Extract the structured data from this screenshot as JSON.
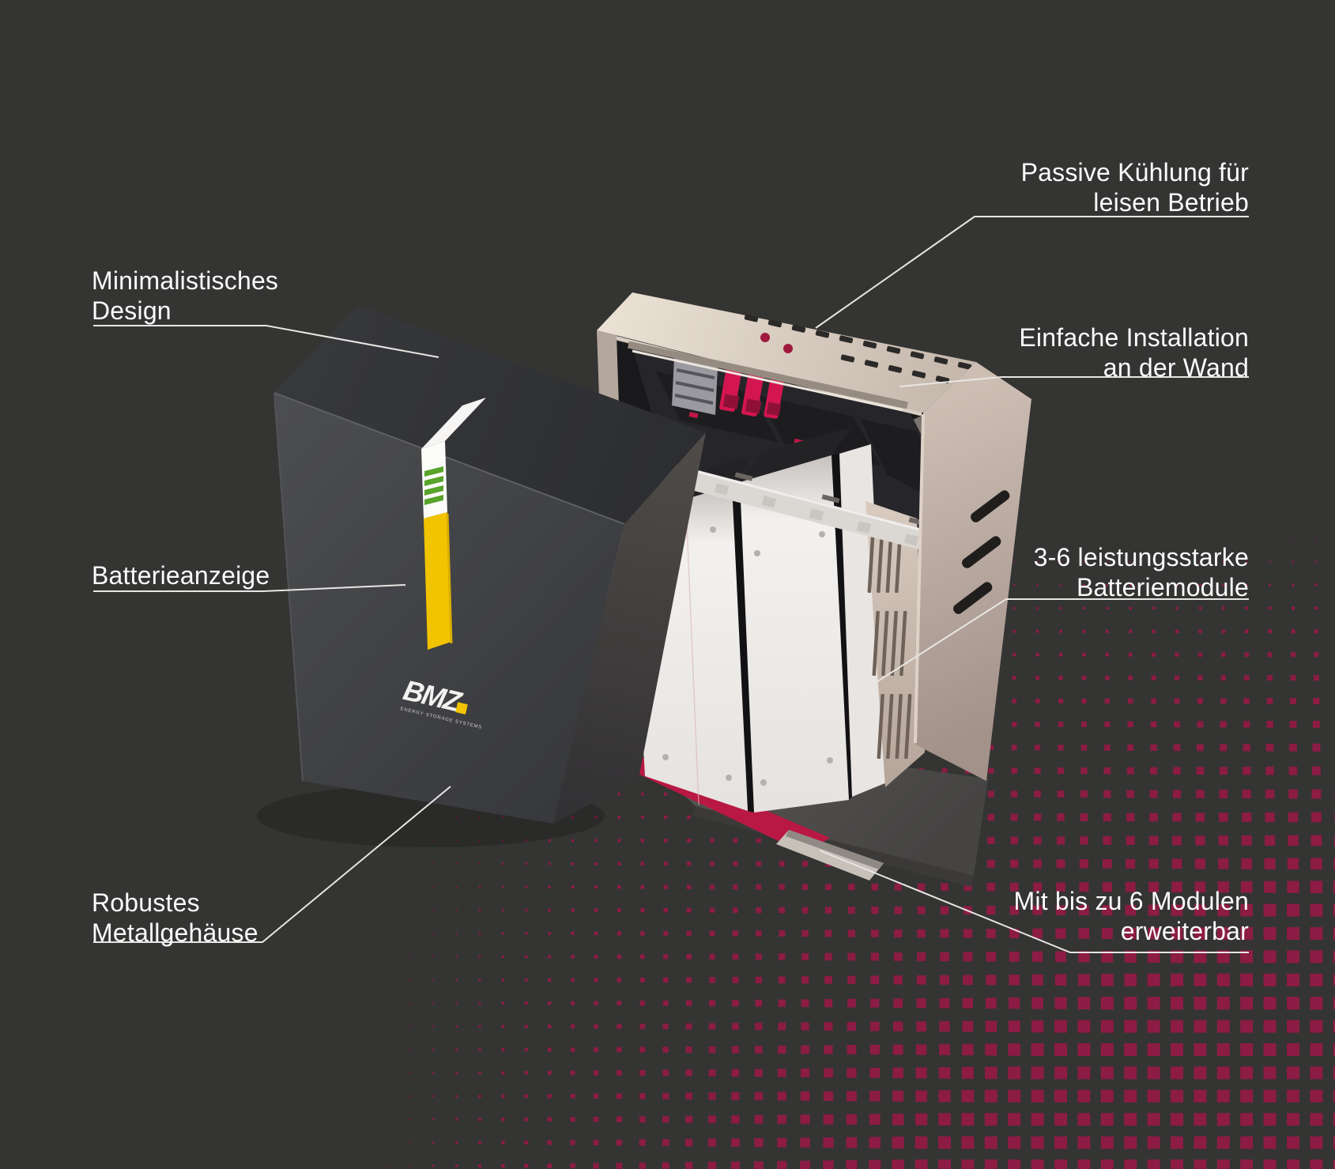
{
  "page": {
    "background_color": "#343433",
    "dot_color": "#8c1c44",
    "leader_line_color": "#e8e6e3",
    "label_text_color": "#fbfbfc"
  },
  "product": {
    "brand": "BMZ",
    "brand_tagline": "ENERGY STORAGE SYSTEMS",
    "colors": {
      "accent_yellow": "#f2c400",
      "indicator_green": "#58a32a",
      "connector_red": "#d41650",
      "base_red": "#b81843",
      "metal_beige": "#c9bbb1",
      "cover_gray": "#44454850"
    }
  },
  "features": [
    {
      "id": "minimal-design",
      "text": "Minimalistisches\nDesign",
      "align": "left"
    },
    {
      "id": "battery-indicator",
      "text": "Batterieanzeige",
      "align": "left"
    },
    {
      "id": "metal-housing",
      "text": "Robustes\nMetallgehäuse",
      "align": "left"
    },
    {
      "id": "passive-cooling",
      "text": "Passive Kühlung für\nleisen Betrieb",
      "align": "right"
    },
    {
      "id": "easy-install",
      "text": "Einfache Installation\nan der Wand",
      "align": "right"
    },
    {
      "id": "battery-modules",
      "text": "3-6 leistungsstarke\nBatteriemodule",
      "align": "right"
    },
    {
      "id": "expandable",
      "text": "Mit bis zu 6 Modulen\nerweiterbar",
      "align": "right"
    }
  ]
}
